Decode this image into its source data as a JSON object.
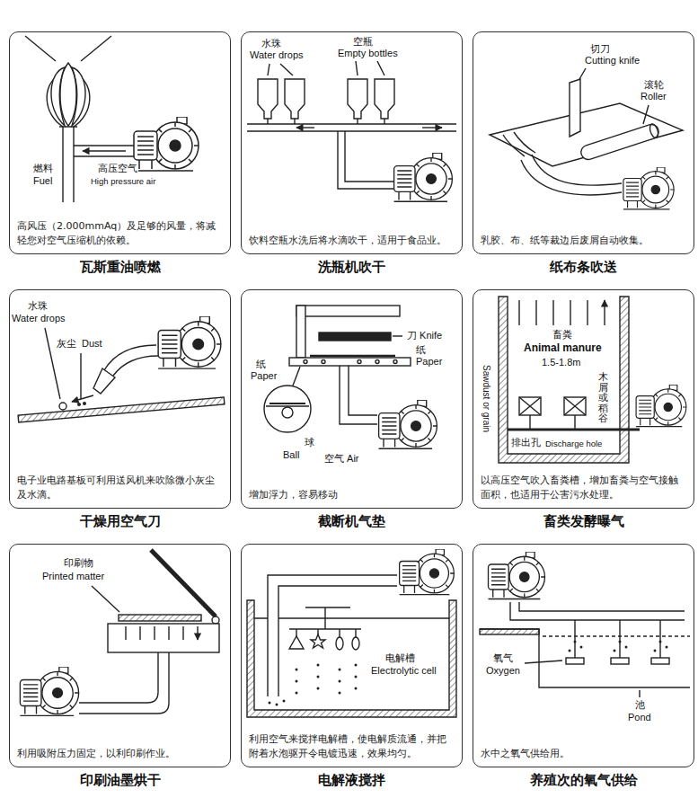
{
  "diagram": {
    "nodes": [
      {
        "text": [
          "高风压（2.000mmAq）及足够的风量，将减轻您对空气压缩机的依赖。",
          "瓦斯重油喷燃"
        ]
      },
      {
        "text": [
          "饮料空瓶水洗后将水滴吹干，适用于食品业。",
          "洗瓶机吹干"
        ]
      },
      {
        "text": [
          "乳胶、布、纸等裁边后废屑自动收集。",
          "纸布条吹送"
        ]
      },
      {
        "text": [
          "电子业电路基板可利用送风机来吹除微小灰尘及水滴。",
          "干燥用空气刀"
        ]
      },
      {
        "text": [
          "增加浮力，容易移动",
          "截断机气垫"
        ]
      },
      {
        "text": [
          "以高压空气吹入畜粪槽，增加畜粪与空气接触面积，也适用于公害污水处理。",
          "畜类发酵曝气"
        ]
      },
      {
        "text": [
          "利用吸附压力固定，以利印刷作业。",
          "印刷油墨烘干"
        ]
      },
      {
        "text": [
          "利用空气来搅拌电解槽，使电解质流通，并把附着水泡驱开令电镀迅速，效果均匀。",
          "电解液搅拌"
        ]
      },
      {
        "text": [
          "水中之氧气供给用。",
          "养殖次的氧气供给"
        ]
      }
    ],
    "labels": [
      "燃料",
      "Fuel",
      "高压空气",
      "High pressure air",
      "水珠",
      "Water drops",
      "空瓶",
      "Empty bottles",
      "切刀",
      "Cutting knife",
      "滚轮",
      "Roller",
      "水珠",
      "Water drops",
      "灰尘",
      "Dust",
      "刀 Knife",
      "纸",
      "Paper",
      "纸",
      "Paper",
      "球",
      "Ball",
      "空气 Air",
      "畜粪",
      "Animal manure",
      "1.5-1.8m",
      "木屑或稻谷",
      "Sawdust or grain",
      "排出孔",
      "Discharge hole",
      "印刷物",
      "Printed matter",
      "电解槽",
      "Electrolytic cell",
      "氧气",
      "Oxygen",
      "池",
      "Pond"
    ]
  }
}
